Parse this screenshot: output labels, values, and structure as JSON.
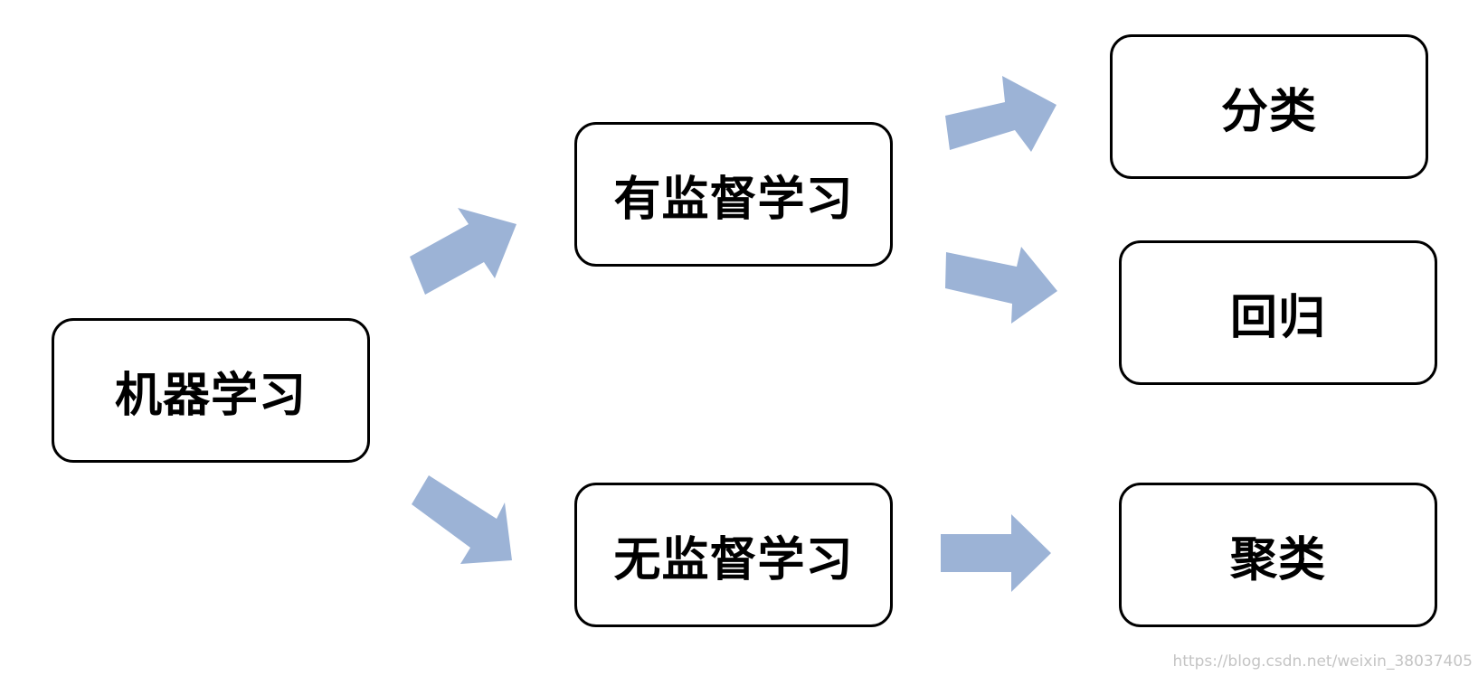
{
  "diagram": {
    "nodes": {
      "machine_learning": "机器学习",
      "supervised": "有监督学习",
      "unsupervised": "无监督学习",
      "classification": "分类",
      "regression": "回归",
      "clustering": "聚类"
    },
    "edges": [
      {
        "from": "machine_learning",
        "to": "supervised"
      },
      {
        "from": "machine_learning",
        "to": "unsupervised"
      },
      {
        "from": "supervised",
        "to": "classification"
      },
      {
        "from": "supervised",
        "to": "regression"
      },
      {
        "from": "unsupervised",
        "to": "clustering"
      }
    ],
    "colors": {
      "arrow": "#9cb3d6",
      "border": "#000000",
      "text": "#000000"
    }
  },
  "watermark": "https://blog.csdn.net/weixin_38037405"
}
